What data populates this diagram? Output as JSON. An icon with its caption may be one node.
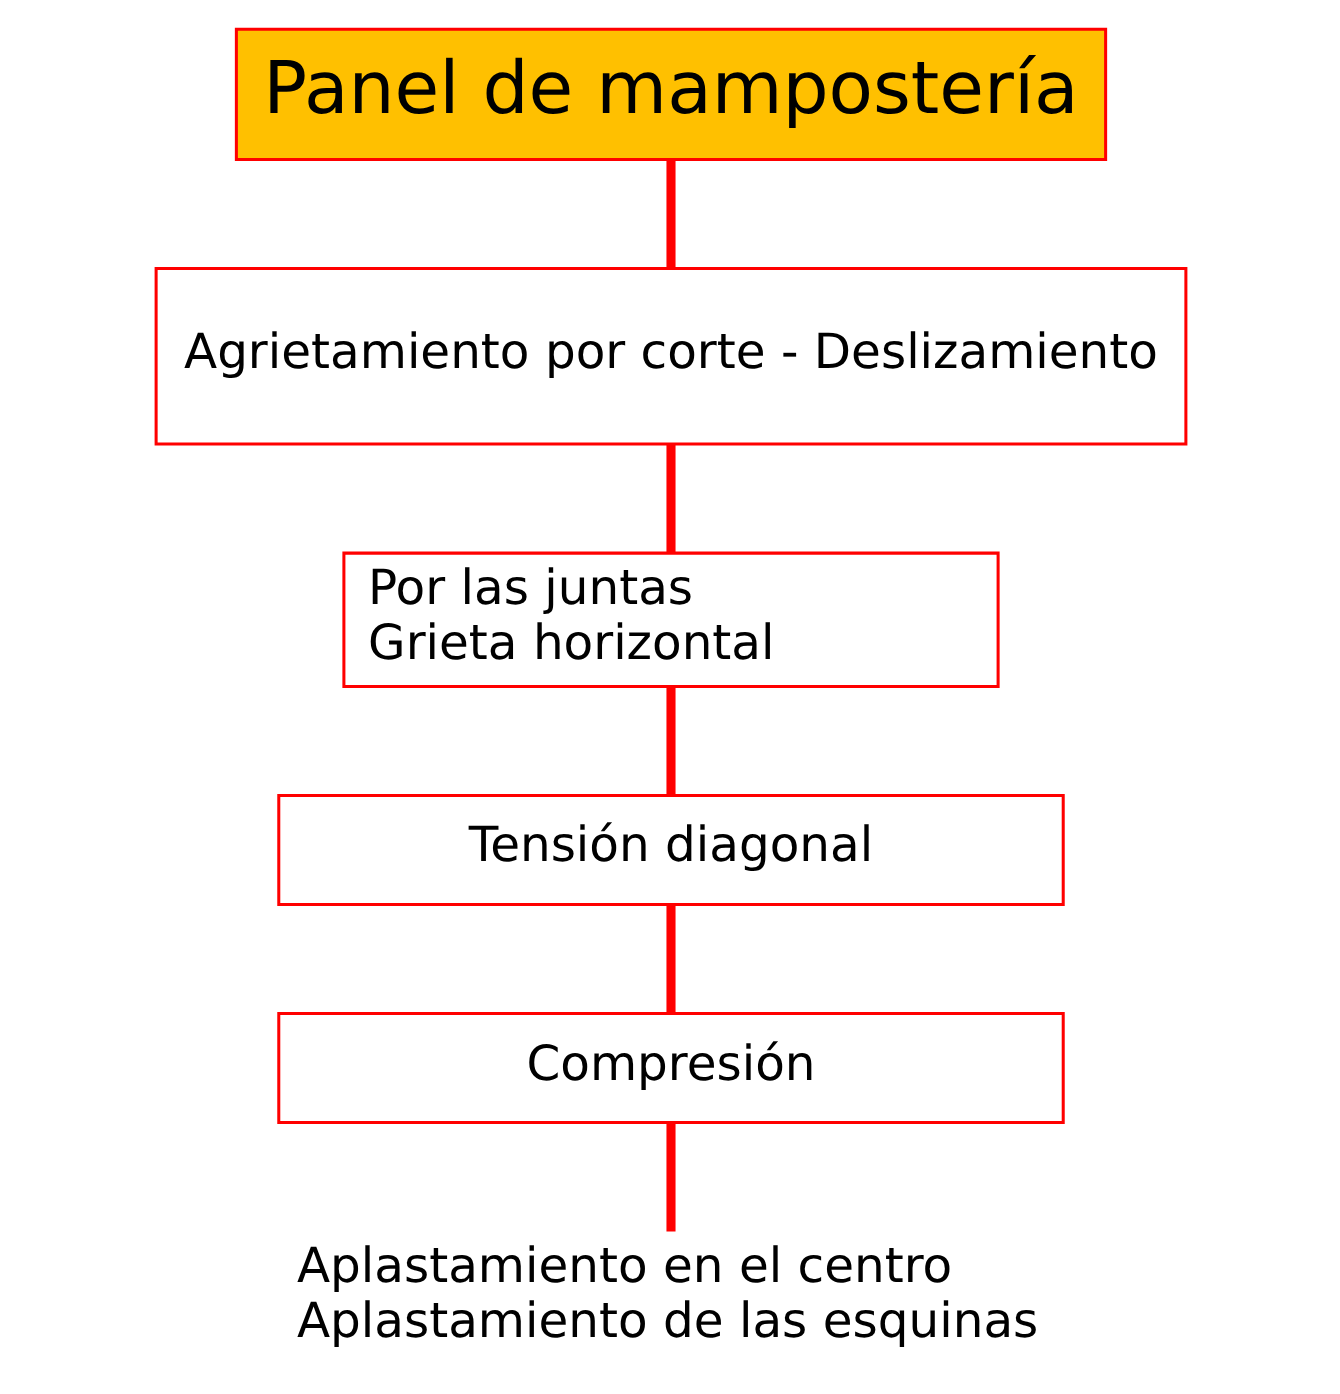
{
  "diagram": {
    "nodes": [
      {
        "text": [
          "Panel de mampostería"
        ]
      },
      {
        "text": [
          "Agrietamiento por corte - Deslizamiento"
        ]
      },
      {
        "text": [
          "Por las juntas",
          "Grieta horizontal"
        ]
      },
      {
        "text": [
          "Tensión diagonal"
        ]
      },
      {
        "text": [
          "Compresión"
        ]
      },
      {
        "text": [
          "Aplastamiento en el centro",
          "Aplastamiento de las esquinas"
        ]
      }
    ],
    "edges": [
      {
        "from": 0,
        "to": 1,
        "arrow": "none"
      },
      {
        "from": 1,
        "to": 2,
        "arrow": "none"
      },
      {
        "from": 2,
        "to": 3,
        "arrow": "none"
      },
      {
        "from": 3,
        "to": 4,
        "arrow": "none"
      },
      {
        "from": 4,
        "to": 5,
        "arrow": "none"
      }
    ]
  }
}
